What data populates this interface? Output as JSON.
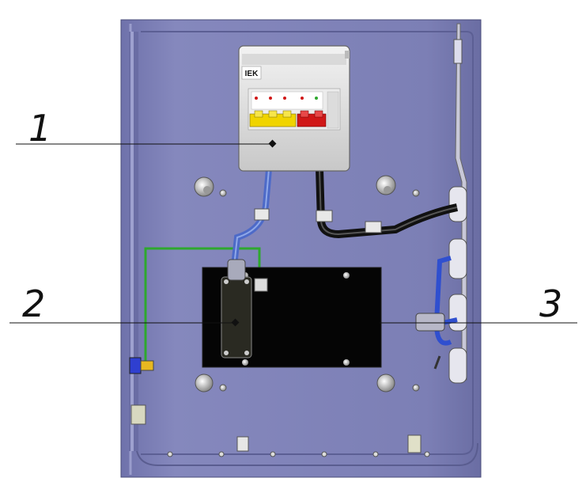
{
  "diagram": {
    "callouts": [
      {
        "id": "1",
        "label": "1"
      },
      {
        "id": "2",
        "label": "2"
      },
      {
        "id": "3",
        "label": "3"
      }
    ],
    "breaker_box": {
      "brand": "IEK"
    },
    "colors": {
      "cabinet_panel": "#7d80b4",
      "cabinet_frame": "#6f72a8",
      "breaker_yellow": "#f0d400",
      "breaker_red": "#d01818",
      "ground_wire": "#2ea82e",
      "blue_cable": "#2f4fcf",
      "device_plate": "#050505"
    }
  }
}
